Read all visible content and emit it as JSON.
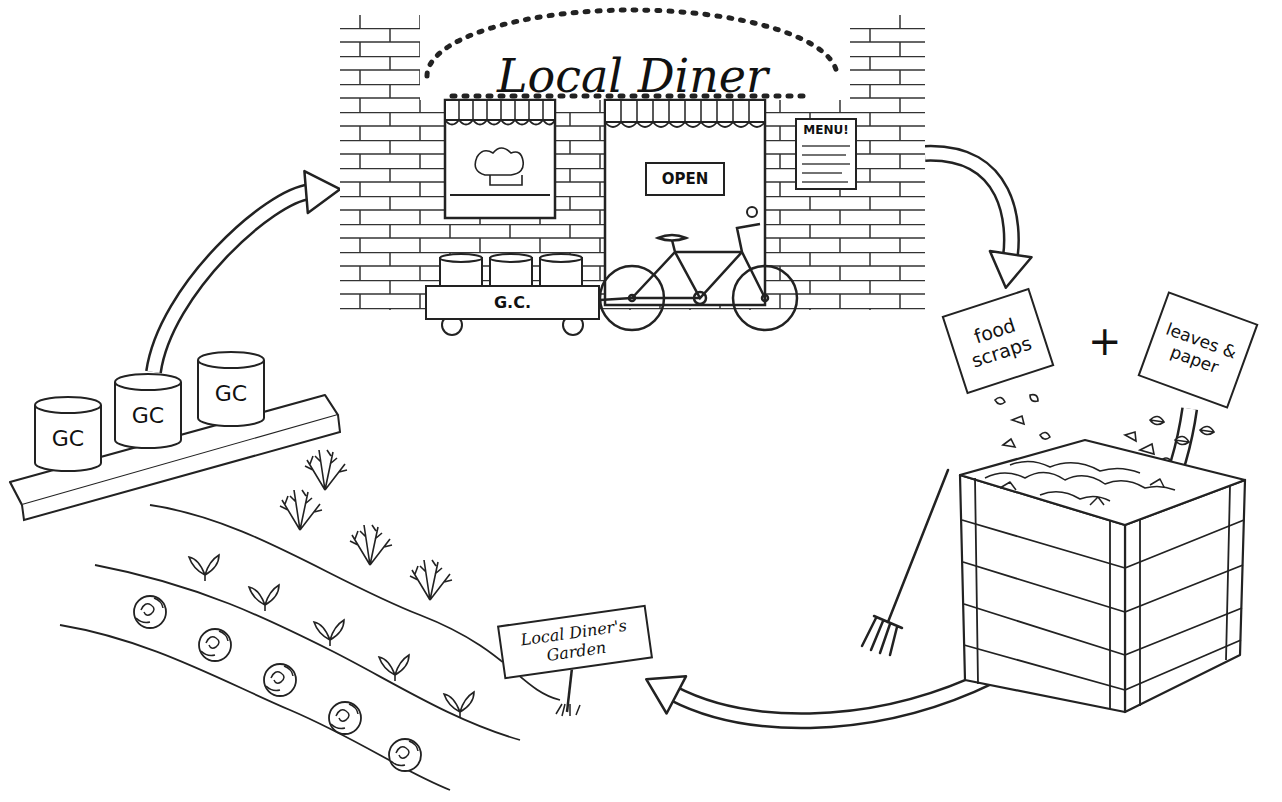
{
  "diagram": {
    "nodes": [
      {
        "text": [
          "Local Diner"
        ]
      },
      {
        "text": [
          "OPEN"
        ],
        "in": 0
      },
      {
        "text": [
          "MENU!"
        ],
        "in": 0
      },
      {
        "text": [
          "G.C."
        ]
      },
      {
        "text": [
          "food scraps"
        ]
      },
      {
        "text": [
          "leaves & paper"
        ]
      },
      {
        "text": [
          "Local Diner's Garden"
        ]
      },
      {
        "text": [
          "GC"
        ]
      },
      {
        "text": [
          "GC"
        ]
      },
      {
        "text": [
          "GC"
        ]
      }
    ],
    "edges": [
      {
        "from": 0,
        "to": 4,
        "arrow": "to"
      },
      {
        "from": 5,
        "to": 6,
        "arrow": "to"
      },
      {
        "from": 8,
        "to": 0,
        "arrow": "to"
      }
    ],
    "labels": [
      "+"
    ]
  }
}
